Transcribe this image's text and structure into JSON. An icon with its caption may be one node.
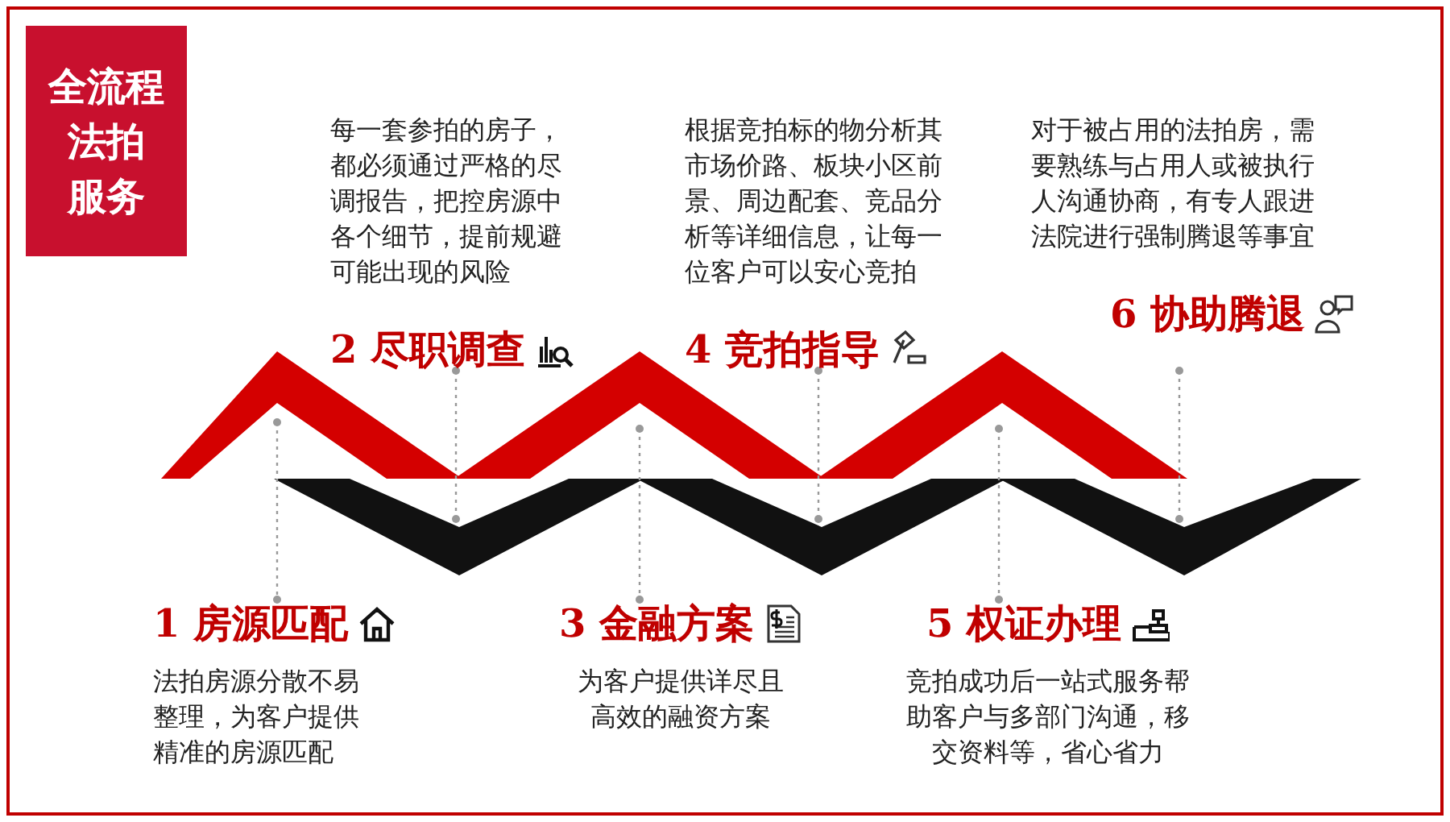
{
  "diagram": {
    "nodes": [
      {
        "text": [
          "全流程法拍服务"
        ]
      },
      {
        "text": [
          "1 房源匹配",
          "法拍房源分散不易整理，为客户提供精准的房源匹配"
        ]
      },
      {
        "text": [
          "每一套参拍的房子，都必须通过严格的尽调报告，把控房源中各个细节，提前规避可能出现的风险",
          "2 尽职调查"
        ]
      },
      {
        "text": [
          "3 金融方案",
          "为客户提供详尽且高效的融资方案"
        ]
      },
      {
        "text": [
          "根据竞拍标的物分析其市场价路、板块小区前景、周边配套、竞品分析等详细信息，让每一位客户可以安心竞拍",
          "4 竞拍指导"
        ]
      },
      {
        "text": [
          "5 权证办理",
          "竞拍成功后一站式服务帮助客户与多部门沟通，移交资料等，省心省力"
        ]
      },
      {
        "text": [
          "对于被占用的法拍房，需要熟练与占用人或被执行人沟通协商，有专人跟进法院进行强制腾退等事宜",
          "6 协助腾退"
        ]
      }
    ]
  }
}
